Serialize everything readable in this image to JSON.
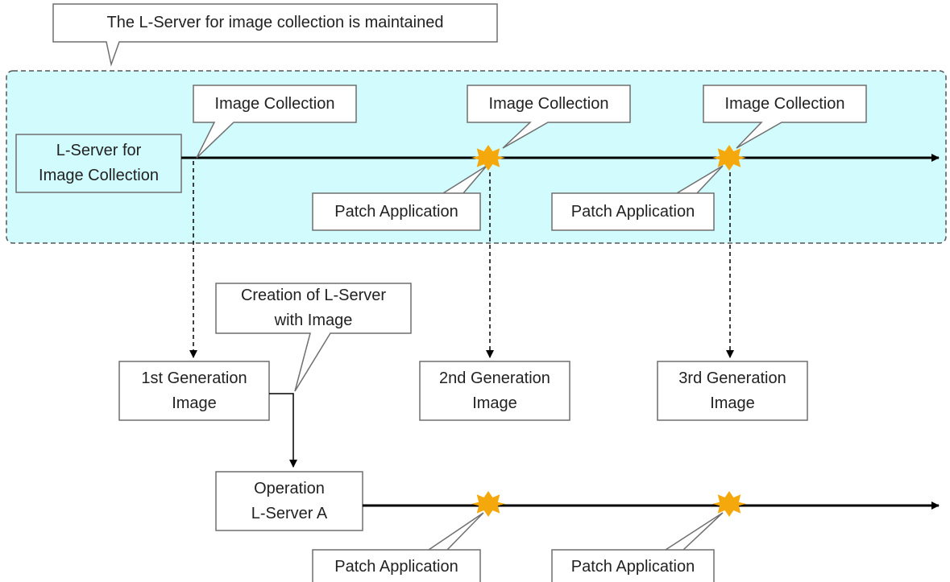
{
  "callouts": {
    "maintained_note": "The L-Server for image collection is maintained",
    "image_collection_1": "Image Collection",
    "image_collection_2": "Image Collection",
    "image_collection_3": "Image Collection",
    "patch_application_top_1": "Patch Application",
    "patch_application_top_2": "Patch Application",
    "creation_note_line1": "Creation of L-Server",
    "creation_note_line2": "with Image",
    "patch_application_bottom_1": "Patch Application",
    "patch_application_bottom_2": "Patch Application"
  },
  "servers": {
    "collection_line1": "L-Server for",
    "collection_line2": "Image Collection",
    "operation_line1": "Operation",
    "operation_line2": "L-Server A"
  },
  "images": {
    "gen1_line1": "1st Generation",
    "gen1_line2": "Image",
    "gen2_line1": "2nd Generation",
    "gen2_line2": "Image",
    "gen3_line1": "3rd Generation",
    "gen3_line2": "Image"
  },
  "colors": {
    "region_fill": "#d2fbfd",
    "box_fill_collection_server": "#d2fbfd",
    "box_fill": "#ffffff",
    "border": "#6f6f6f",
    "line": "#000000",
    "burst": "#f5a80c"
  }
}
